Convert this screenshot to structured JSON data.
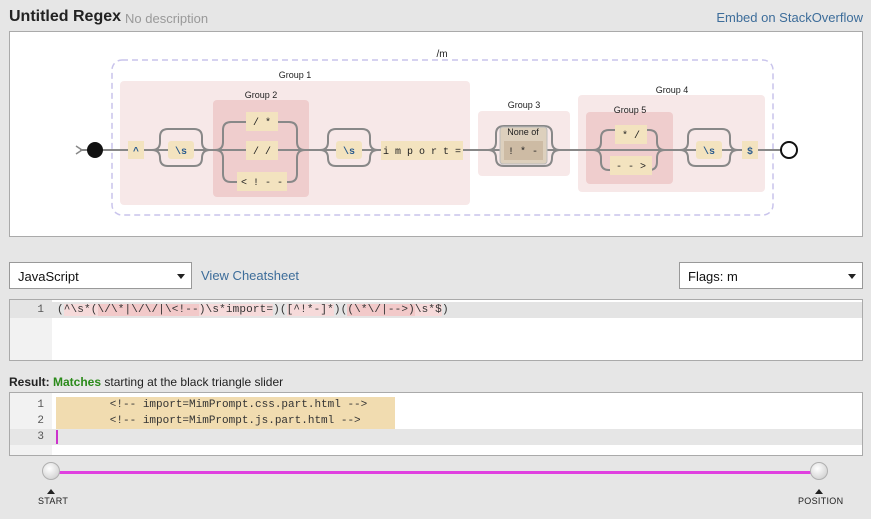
{
  "header": {
    "title": "Untitled Regex",
    "description": "No description",
    "embed_link": "Embed on StackOverflow"
  },
  "diagram": {
    "flag_label": "/m",
    "group_labels": [
      "Group 1",
      "Group 2",
      "Group 3",
      "Group 4",
      "Group 5"
    ],
    "none_of_label": "None of",
    "tokens": {
      "caret": "^",
      "ws1": "\\s",
      "slash_star": "/ *",
      "slash_slash": "/ /",
      "html_comment": "< ! - -",
      "ws2": "\\s",
      "import_eq": "i m p o r t =",
      "not_chars": "! * -",
      "star_slash": "* /",
      "arrow_end": "- - >",
      "ws3": "\\s",
      "dollar": "$"
    }
  },
  "language_select": {
    "value": "JavaScript"
  },
  "cheatsheet_link": "View Cheatsheet",
  "flags_select": {
    "value": "Flags: m"
  },
  "regex_editor": {
    "line_number": "1",
    "parts": [
      "(",
      "^\\s*(",
      "\\/\\*|\\/\\/|\\<!--",
      ")\\s*import=",
      ")",
      "(",
      "[^!*-]*",
      ")",
      "(",
      "(\\*\\/|-->)",
      "\\s*$",
      ")"
    ]
  },
  "result": {
    "label": "Result:",
    "status": "Matches",
    "suffix": "starting at the black triangle slider"
  },
  "test_editor": {
    "line_numbers": [
      "1",
      "2",
      "3"
    ],
    "lines": [
      "        <!-- import=MimPrompt.css.part.html -->",
      "        <!-- import=MimPrompt.js.part.html -->"
    ]
  },
  "slider": {
    "start_label": "START",
    "position_label": "POSITION",
    "track_color": "#e040e0"
  },
  "colors": {
    "link": "#3d6d9a",
    "match_green": "#2a8a1a",
    "group_fill": "#f7e8e8",
    "token_fill": "#f3e3bf",
    "token_text": "#2a5b8e"
  }
}
